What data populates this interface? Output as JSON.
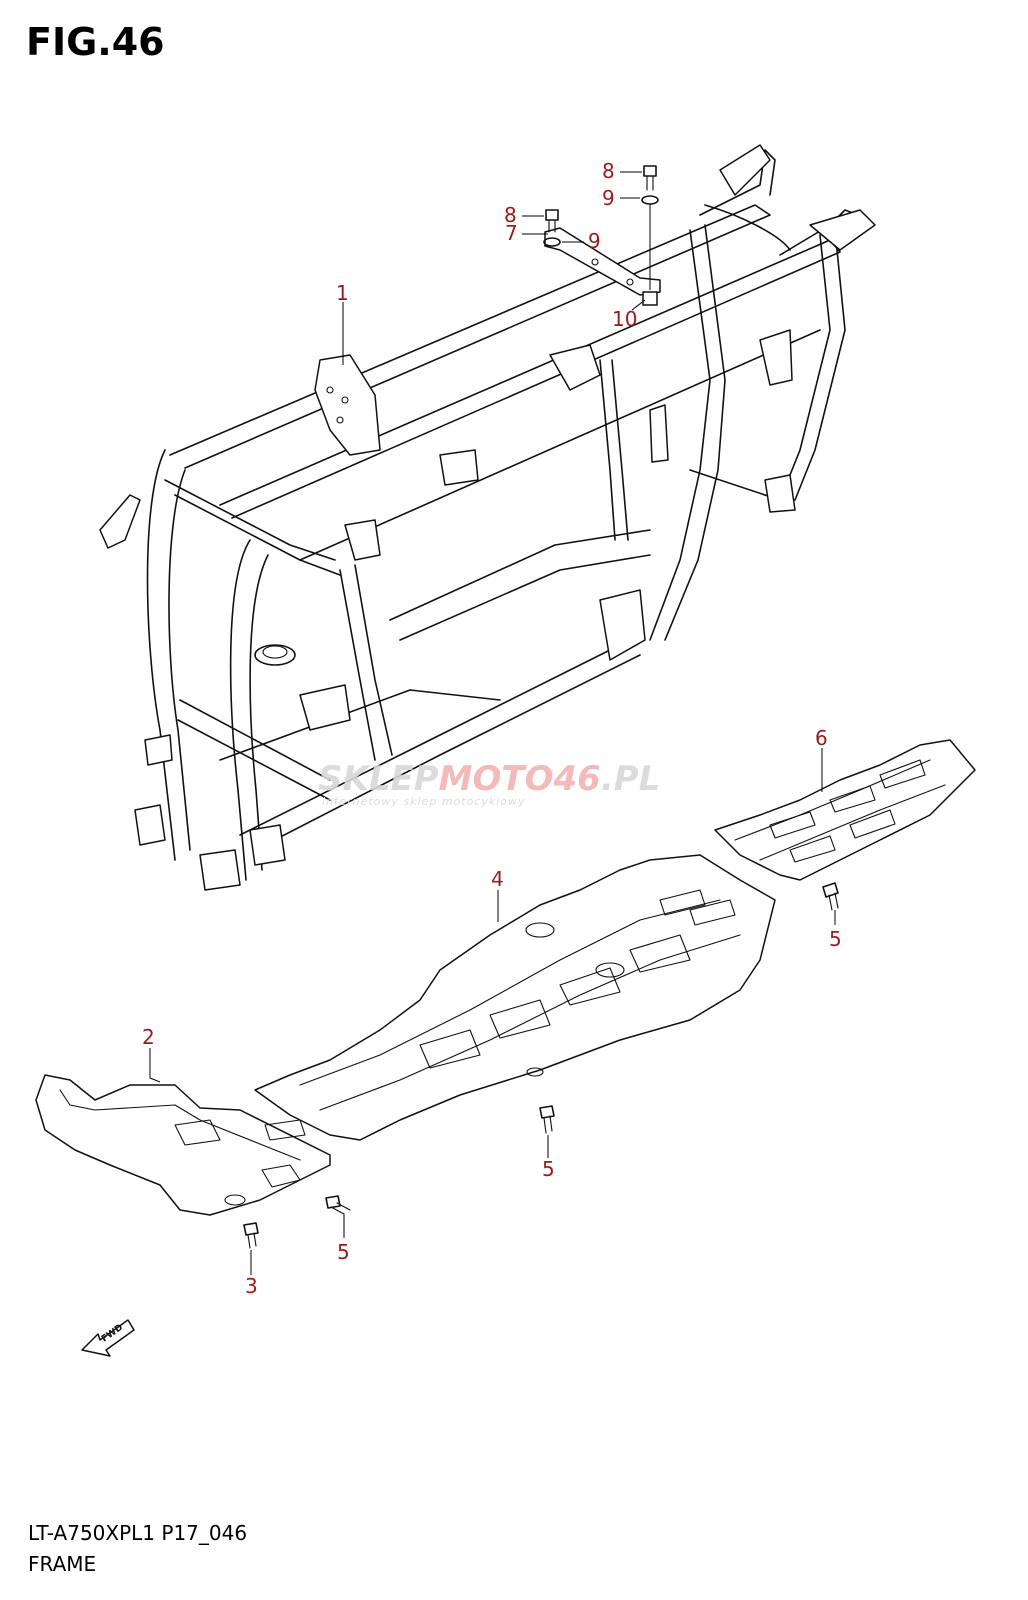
{
  "header": {
    "figure_label": "FIG.46"
  },
  "footer": {
    "model_code": "LT-A750XPL1 P17_046",
    "section_title": "FRAME"
  },
  "watermark": {
    "brand_prefix": "SKLEP",
    "brand_accent": "MOTO46",
    "brand_suffix": ".PL",
    "tagline": "internetowy sklep motocyklowy"
  },
  "fwd_marker": {
    "label": "FWD"
  },
  "callouts": {
    "c1": "1",
    "c2": "2",
    "c3": "3",
    "c4": "4",
    "c5a": "5",
    "c5b": "5",
    "c5c": "5",
    "c6": "6",
    "c7": "7",
    "c8a": "8",
    "c8b": "8",
    "c9a": "9",
    "c9b": "9",
    "c10": "10"
  },
  "colors": {
    "callout": "#9b1b1b",
    "line": "#111111",
    "watermark_gray": "#d8d8d8",
    "watermark_red": "#f3b3b3"
  }
}
